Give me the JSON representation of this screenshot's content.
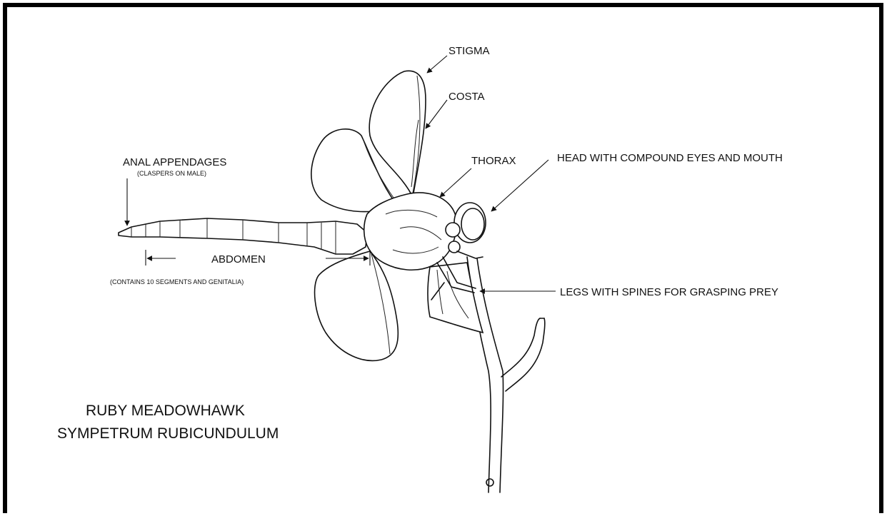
{
  "diagram": {
    "labels": {
      "stigma": "STIGMA",
      "costa": "COSTA",
      "thorax": "THORAX",
      "head": "HEAD WITH COMPOUND EYES AND MOUTH",
      "anal_appendages": "ANAL APPENDAGES",
      "anal_appendages_note": "(CLASPERS ON MALE)",
      "abdomen": "ABDOMEN",
      "abdomen_note": "(CONTAINS 10 SEGMENTS AND GENITALIA)",
      "legs": "LEGS WITH SPINES FOR GRASPING PREY"
    },
    "title": {
      "line1": "RUBY MEADOWHAWK",
      "line2": "SYMPETRUM RUBICUNDULUM"
    }
  }
}
